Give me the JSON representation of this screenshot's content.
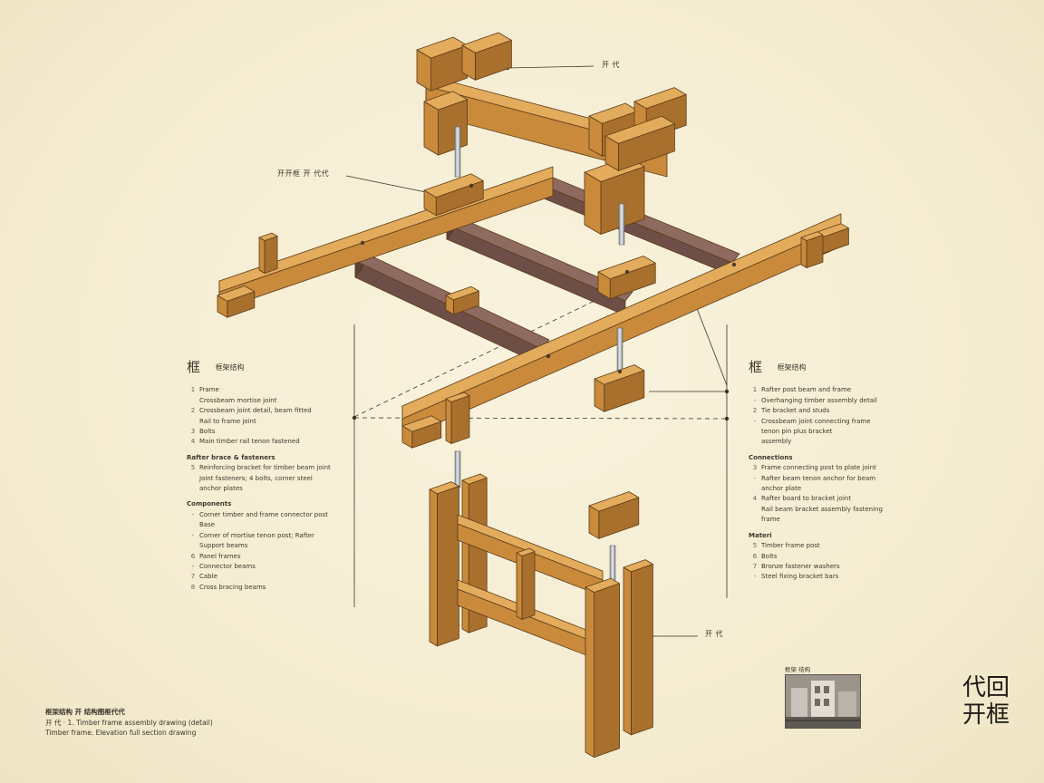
{
  "callouts": {
    "top_right": "开 代",
    "left_mid": "开开框 开 代代",
    "bottom_right": "开 代"
  },
  "left_panel": {
    "glyph": "框",
    "title": "框架结构",
    "rows1": [
      {
        "n": "1",
        "t": "Frame"
      },
      {
        "n": "",
        "t": "Crossbeam mortise joint"
      },
      {
        "n": "2",
        "t": "Crossbeam joint detail, beam fitted"
      },
      {
        "n": "",
        "t": "Rail to frame joint"
      },
      {
        "n": "3",
        "t": "Bolts"
      },
      {
        "n": "4",
        "t": "Main timber rail tenon fastened"
      }
    ],
    "section2": "Rafter brace & fasteners",
    "rows2": [
      {
        "n": "5",
        "t": "Reinforcing bracket for timber beam joint"
      },
      {
        "n": "",
        "t": "Joint fasteners; 4 bolts, corner steel"
      },
      {
        "n": "",
        "t": "anchor plates"
      }
    ],
    "section3": "Components",
    "rows3": [
      {
        "n": "-",
        "t": "Corner timber and frame connector post"
      },
      {
        "n": "",
        "t": "Base"
      },
      {
        "n": "-",
        "t": "Corner of mortise tenon post; Rafter"
      },
      {
        "n": "",
        "t": "Support beams"
      },
      {
        "n": "6",
        "t": "Panel frames"
      },
      {
        "n": "-",
        "t": "Connector beams"
      },
      {
        "n": "7",
        "t": "Cable"
      },
      {
        "n": "8",
        "t": "Cross bracing beams"
      }
    ]
  },
  "right_panel": {
    "glyph": "框",
    "title": "框架结构",
    "rows1": [
      {
        "n": "1",
        "t": "Rafter post beam and frame"
      },
      {
        "n": "-",
        "t": "Overhanging timber assembly detail"
      },
      {
        "n": "2",
        "t": "Tie bracket and studs"
      },
      {
        "n": "-",
        "t": "Crossbeam joint connecting frame"
      },
      {
        "n": "",
        "t": "tenon pin plus bracket"
      },
      {
        "n": "",
        "t": "assembly"
      }
    ],
    "section2": "Connections",
    "rows2": [
      {
        "n": "3",
        "t": "Frame connecting post to plate joint"
      },
      {
        "n": "-",
        "t": "Rafter beam tenon anchor for beam"
      },
      {
        "n": "",
        "t": "anchor plate"
      },
      {
        "n": "4",
        "t": "Rafter board to bracket joint"
      },
      {
        "n": "",
        "t": "Rail beam bracket assembly fastening"
      },
      {
        "n": "",
        "t": "frame"
      }
    ],
    "section3": "Materi",
    "rows3": [
      {
        "n": "5",
        "t": "Timber frame post"
      },
      {
        "n": "6",
        "t": "Bolts"
      },
      {
        "n": "7",
        "t": "Bronze fastener washers"
      },
      {
        "n": "-",
        "t": "Steel fixing bracket bars"
      }
    ]
  },
  "footer": {
    "line1": "框架结构 开 结构图框代代",
    "line2": "开 代 · 1. Timber frame assembly drawing (detail)",
    "line3": "Timber frame. Elevation full section drawing"
  },
  "thumbnail": {
    "caption": "框架 结构"
  },
  "signature": {
    "line1": "代回",
    "line2": "开框"
  },
  "colors": {
    "paper": "#f6efd6",
    "wood_top": "#e3ab5c",
    "wood_left": "#c98a3c",
    "wood_right": "#a9702d",
    "purple_top": "#8e6a60",
    "leader": "#3a3128"
  }
}
